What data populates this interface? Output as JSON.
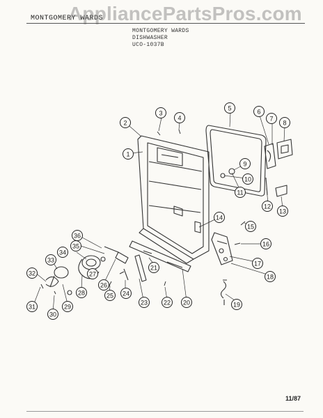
{
  "header": {
    "model_code": "MONTGOMERY WARDS",
    "watermark": "AppliancePartsPros.com",
    "title_lines": [
      "MONTGOMERY WARDS",
      "DISHWASHER",
      "UCO-1037B"
    ]
  },
  "callouts": [
    "1",
    "2",
    "3",
    "4",
    "5",
    "6",
    "7",
    "8",
    "9",
    "10",
    "11",
    "12",
    "13",
    "14",
    "15",
    "16",
    "17",
    "18",
    "19",
    "20",
    "21",
    "22",
    "23",
    "24",
    "25",
    "26",
    "27",
    "28",
    "29",
    "30",
    "31",
    "32",
    "33",
    "34",
    "35",
    "36"
  ],
  "footer": {
    "date": "11/87"
  }
}
